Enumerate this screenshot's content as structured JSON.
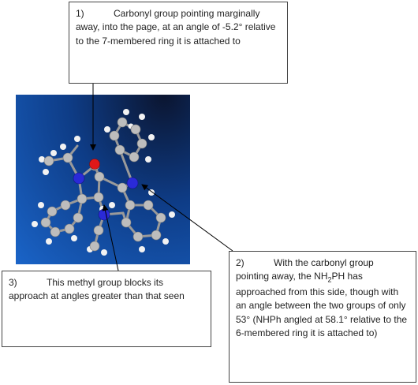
{
  "callouts": [
    {
      "number": "1)",
      "text": "Carbonyl group pointing marginally away, into the page, at an angle of -5.2° relative to the 7-membered ring it is attached to"
    },
    {
      "number": "2)",
      "text_before_sub": "With the carbonyl group pointing away, the NH",
      "sub": "2",
      "text_after_sub": "PH has approached from this side, though with an angle between the two groups of only 53° (NHPh angled at 58.1° relative to the 6-membered ring it is attached to)"
    },
    {
      "number": "3)",
      "text": "This methyl group blocks its approach at angles greater than that seen"
    }
  ],
  "colors": {
    "background_dark": "#0b1530",
    "background_light": "#1a64c8",
    "carbon": "#b8b8b8",
    "hydrogen": "#f0f0f0",
    "nitrogen": "#2a2ad8",
    "oxygen": "#e01818"
  }
}
